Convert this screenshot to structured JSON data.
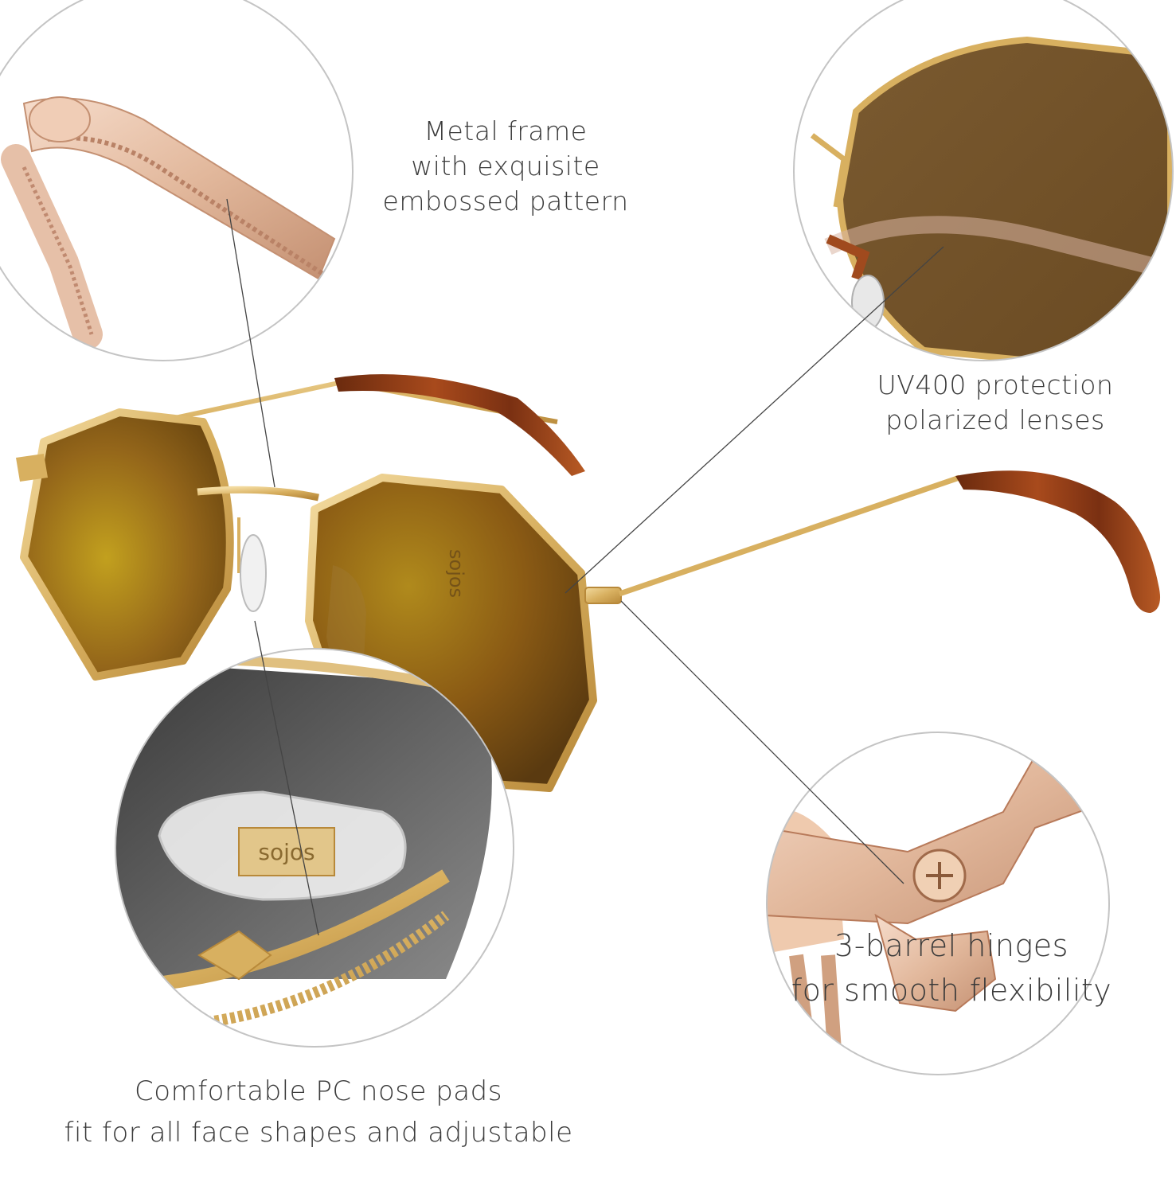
{
  "captions": {
    "frame": {
      "line1": "Metal frame",
      "line2": "with exquisite",
      "line3": "embossed pattern"
    },
    "lenses": {
      "line1": "UV400 protection",
      "line2": "polarized lenses"
    },
    "hinges": {
      "line1": "3-barrel hinges",
      "line2": "for smooth flexibility"
    },
    "nosepads": {
      "line1": "Comfortable PC nose pads",
      "line2": "fit for all face shapes and adjustable"
    }
  },
  "product": {
    "brand_mark": "sojos",
    "lens_color": "#8a5a14",
    "frame_color": "#d8b060",
    "tortoise_color": "#8a3614"
  }
}
